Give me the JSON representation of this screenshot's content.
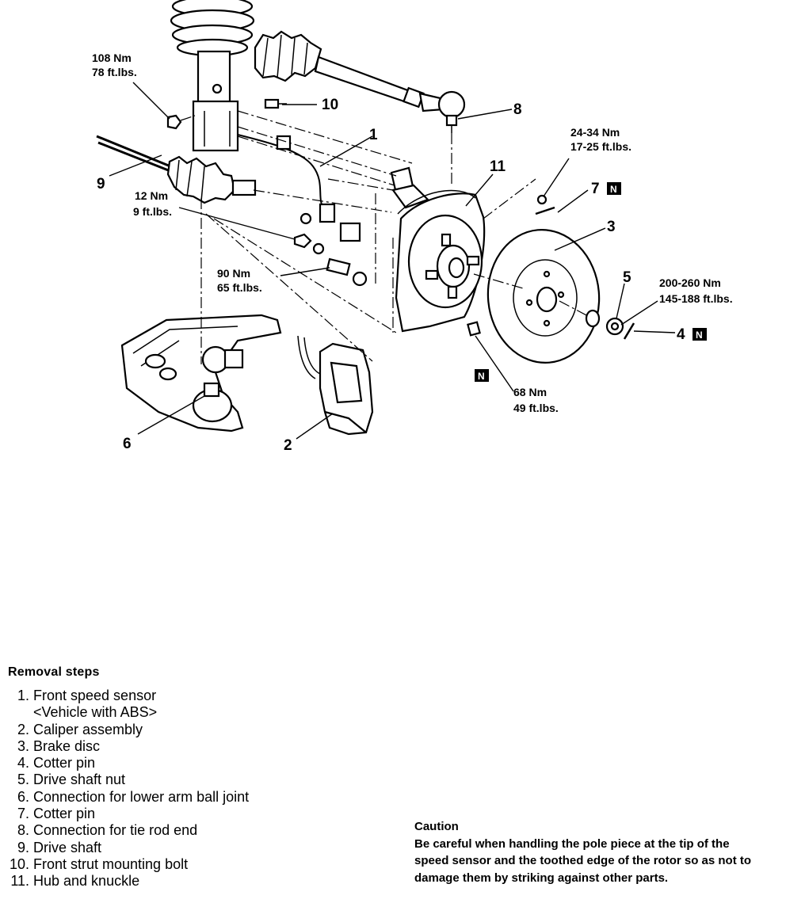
{
  "callouts": {
    "p1": "1",
    "p2": "2",
    "p3": "3",
    "p4": "4",
    "p5": "5",
    "p6": "6",
    "p7": "7",
    "p8": "8",
    "p9": "9",
    "p10": "10",
    "p11": "11"
  },
  "new_part_mark": "N",
  "torques": {
    "t108": [
      "108 Nm",
      "78 ft.lbs."
    ],
    "t2434": [
      "24-34 Nm",
      "17-25 ft.lbs."
    ],
    "t12": [
      "12 Nm",
      "9 ft.lbs."
    ],
    "t90": [
      "90 Nm",
      "65 ft.lbs."
    ],
    "t200": [
      "200-260 Nm",
      "145-188 ft.lbs."
    ],
    "t68": [
      "68 Nm",
      "49 ft.lbs."
    ]
  },
  "removal": {
    "title": "Removal steps",
    "steps": [
      {
        "num": "1.",
        "text": "Front speed sensor",
        "sub": "<Vehicle with ABS>"
      },
      {
        "num": "2.",
        "text": "Caliper assembly"
      },
      {
        "num": "3.",
        "text": "Brake disc"
      },
      {
        "num": "4.",
        "text": "Cotter pin"
      },
      {
        "num": "5.",
        "text": "Drive shaft nut"
      },
      {
        "num": "6.",
        "text": "Connection for lower arm ball joint"
      },
      {
        "num": "7.",
        "text": "Cotter pin"
      },
      {
        "num": "8.",
        "text": "Connection for tie rod end"
      },
      {
        "num": "9.",
        "text": "Drive shaft"
      },
      {
        "num": "10.",
        "text": "Front strut mounting bolt"
      },
      {
        "num": "11.",
        "text": "Hub and knuckle"
      }
    ]
  },
  "caution": {
    "title": "Caution",
    "text": "Be careful when handling the pole piece at the tip of the speed sensor and the toothed edge of the rotor so as not to damage them by striking against other parts."
  }
}
